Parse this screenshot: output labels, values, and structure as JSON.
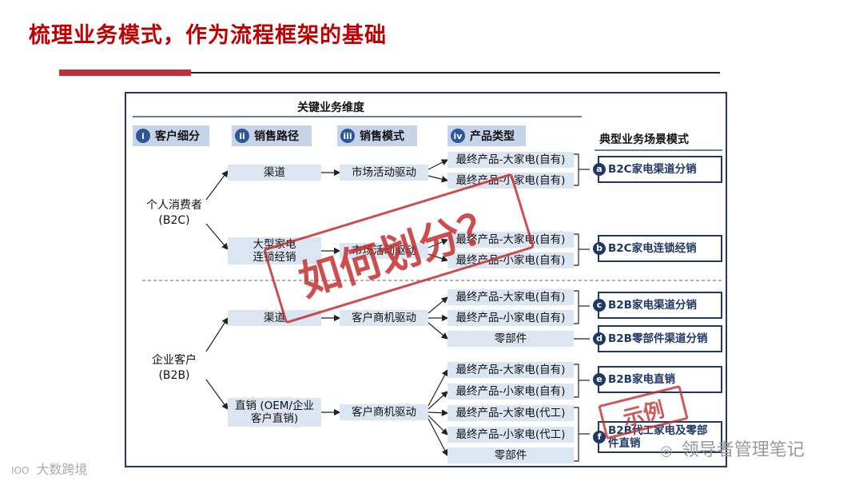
{
  "page_title": "梳理业务模式，作为流程框架的基础",
  "dimension_header": "关键业务维度",
  "scenario_header": "典型业务场景模式",
  "columns": [
    {
      "num": "i",
      "label": "客户细分"
    },
    {
      "num": "ii",
      "label": "销售路径"
    },
    {
      "num": "iii",
      "label": "销售模式"
    },
    {
      "num": "iv",
      "label": "产品类型"
    }
  ],
  "customers": {
    "b2c_line1": "个人消费者",
    "b2c_line2": "(B2C)",
    "b2b_line1": "企业客户",
    "b2b_line2": "(B2B)"
  },
  "channels": {
    "c1": "渠道",
    "c2_line1": "大型家电",
    "c2_line2": "连锁经销",
    "c3": "渠道",
    "c4_line1": "直销 (OEM/企业",
    "c4_line2": "客户直销)"
  },
  "modes": {
    "m1": "市场活动驱动",
    "m2": "市场活动驱动",
    "m3": "客户商机驱动",
    "m4": "客户商机驱动"
  },
  "products": {
    "p1": "最终产品-大家电(自有)",
    "p2": "最终产品-小家电(自有)",
    "p3": "最终产品-大家电(自有)",
    "p4": "最终产品-小家电(自有)",
    "p5": "最终产品-大家电(自有)",
    "p6": "最终产品-小家电(自有)",
    "p7": "零部件",
    "p8": "最终产品-大家电(自有)",
    "p9": "最终产品-小家电(自有)",
    "p10": "最终产品-大家电(代工)",
    "p11": "最终产品-小家电(代工)",
    "p12": "零部件"
  },
  "scenarios": {
    "a": {
      "letter": "a",
      "label": "B2C家电渠道分销"
    },
    "b": {
      "letter": "b",
      "label": "B2C家电连锁经销"
    },
    "c": {
      "letter": "c",
      "label": "B2B家电渠道分销"
    },
    "d": {
      "letter": "d",
      "label": "B2B零部件渠道分销"
    },
    "e": {
      "letter": "e",
      "label": "B2B家电直销"
    },
    "f": {
      "letter": "f",
      "label_line1": "B2B代工家电及零部",
      "label_line2": "件直销"
    }
  },
  "stamps": {
    "main": "如何划分？",
    "example": "示例"
  },
  "watermarks": {
    "left": "大数跨境",
    "left_logo": "IOO",
    "right": "领导者管理笔记"
  },
  "colors": {
    "title_red": "#c00000",
    "navy": "#1f3864",
    "box_fill": "#dce6f2",
    "stamp_red": "#c43030"
  }
}
